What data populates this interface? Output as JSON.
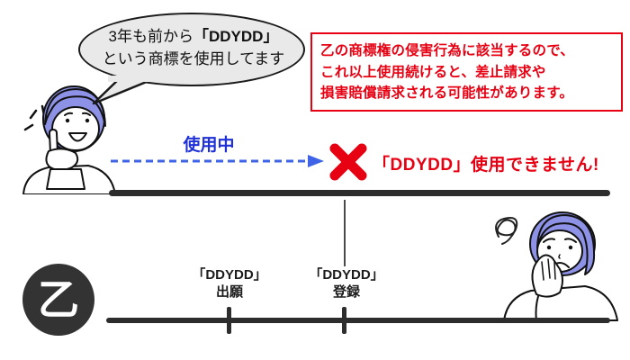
{
  "palette": {
    "red": "#e60012",
    "blue_label": "#1e30d6",
    "blue_arrow": "#3f63e6",
    "line_dark": "#2d2d2d",
    "hair": "#8e92e6",
    "bubble_bg": "#e9e9e9"
  },
  "speech_bubble": {
    "line1_prefix": "3年も前から",
    "line1_bold": "「DDYDD」",
    "line2": "という商標を使用してます"
  },
  "warning_box": {
    "line1": "乙の商標権の侵害行為に該当するので、",
    "line2": "これ以上使用続けると、差止請求や",
    "line3": "損害賠償請求される可能性があります。"
  },
  "arrow": {
    "label": "使用中"
  },
  "rejection": {
    "label": "「DDYDD」使用できません!"
  },
  "party_badge": {
    "label": "乙"
  },
  "timeline": {
    "events": [
      {
        "line1": "「DDYDD」",
        "line2": "出願"
      },
      {
        "line1": "「DDYDD」",
        "line2": "登録"
      }
    ]
  }
}
